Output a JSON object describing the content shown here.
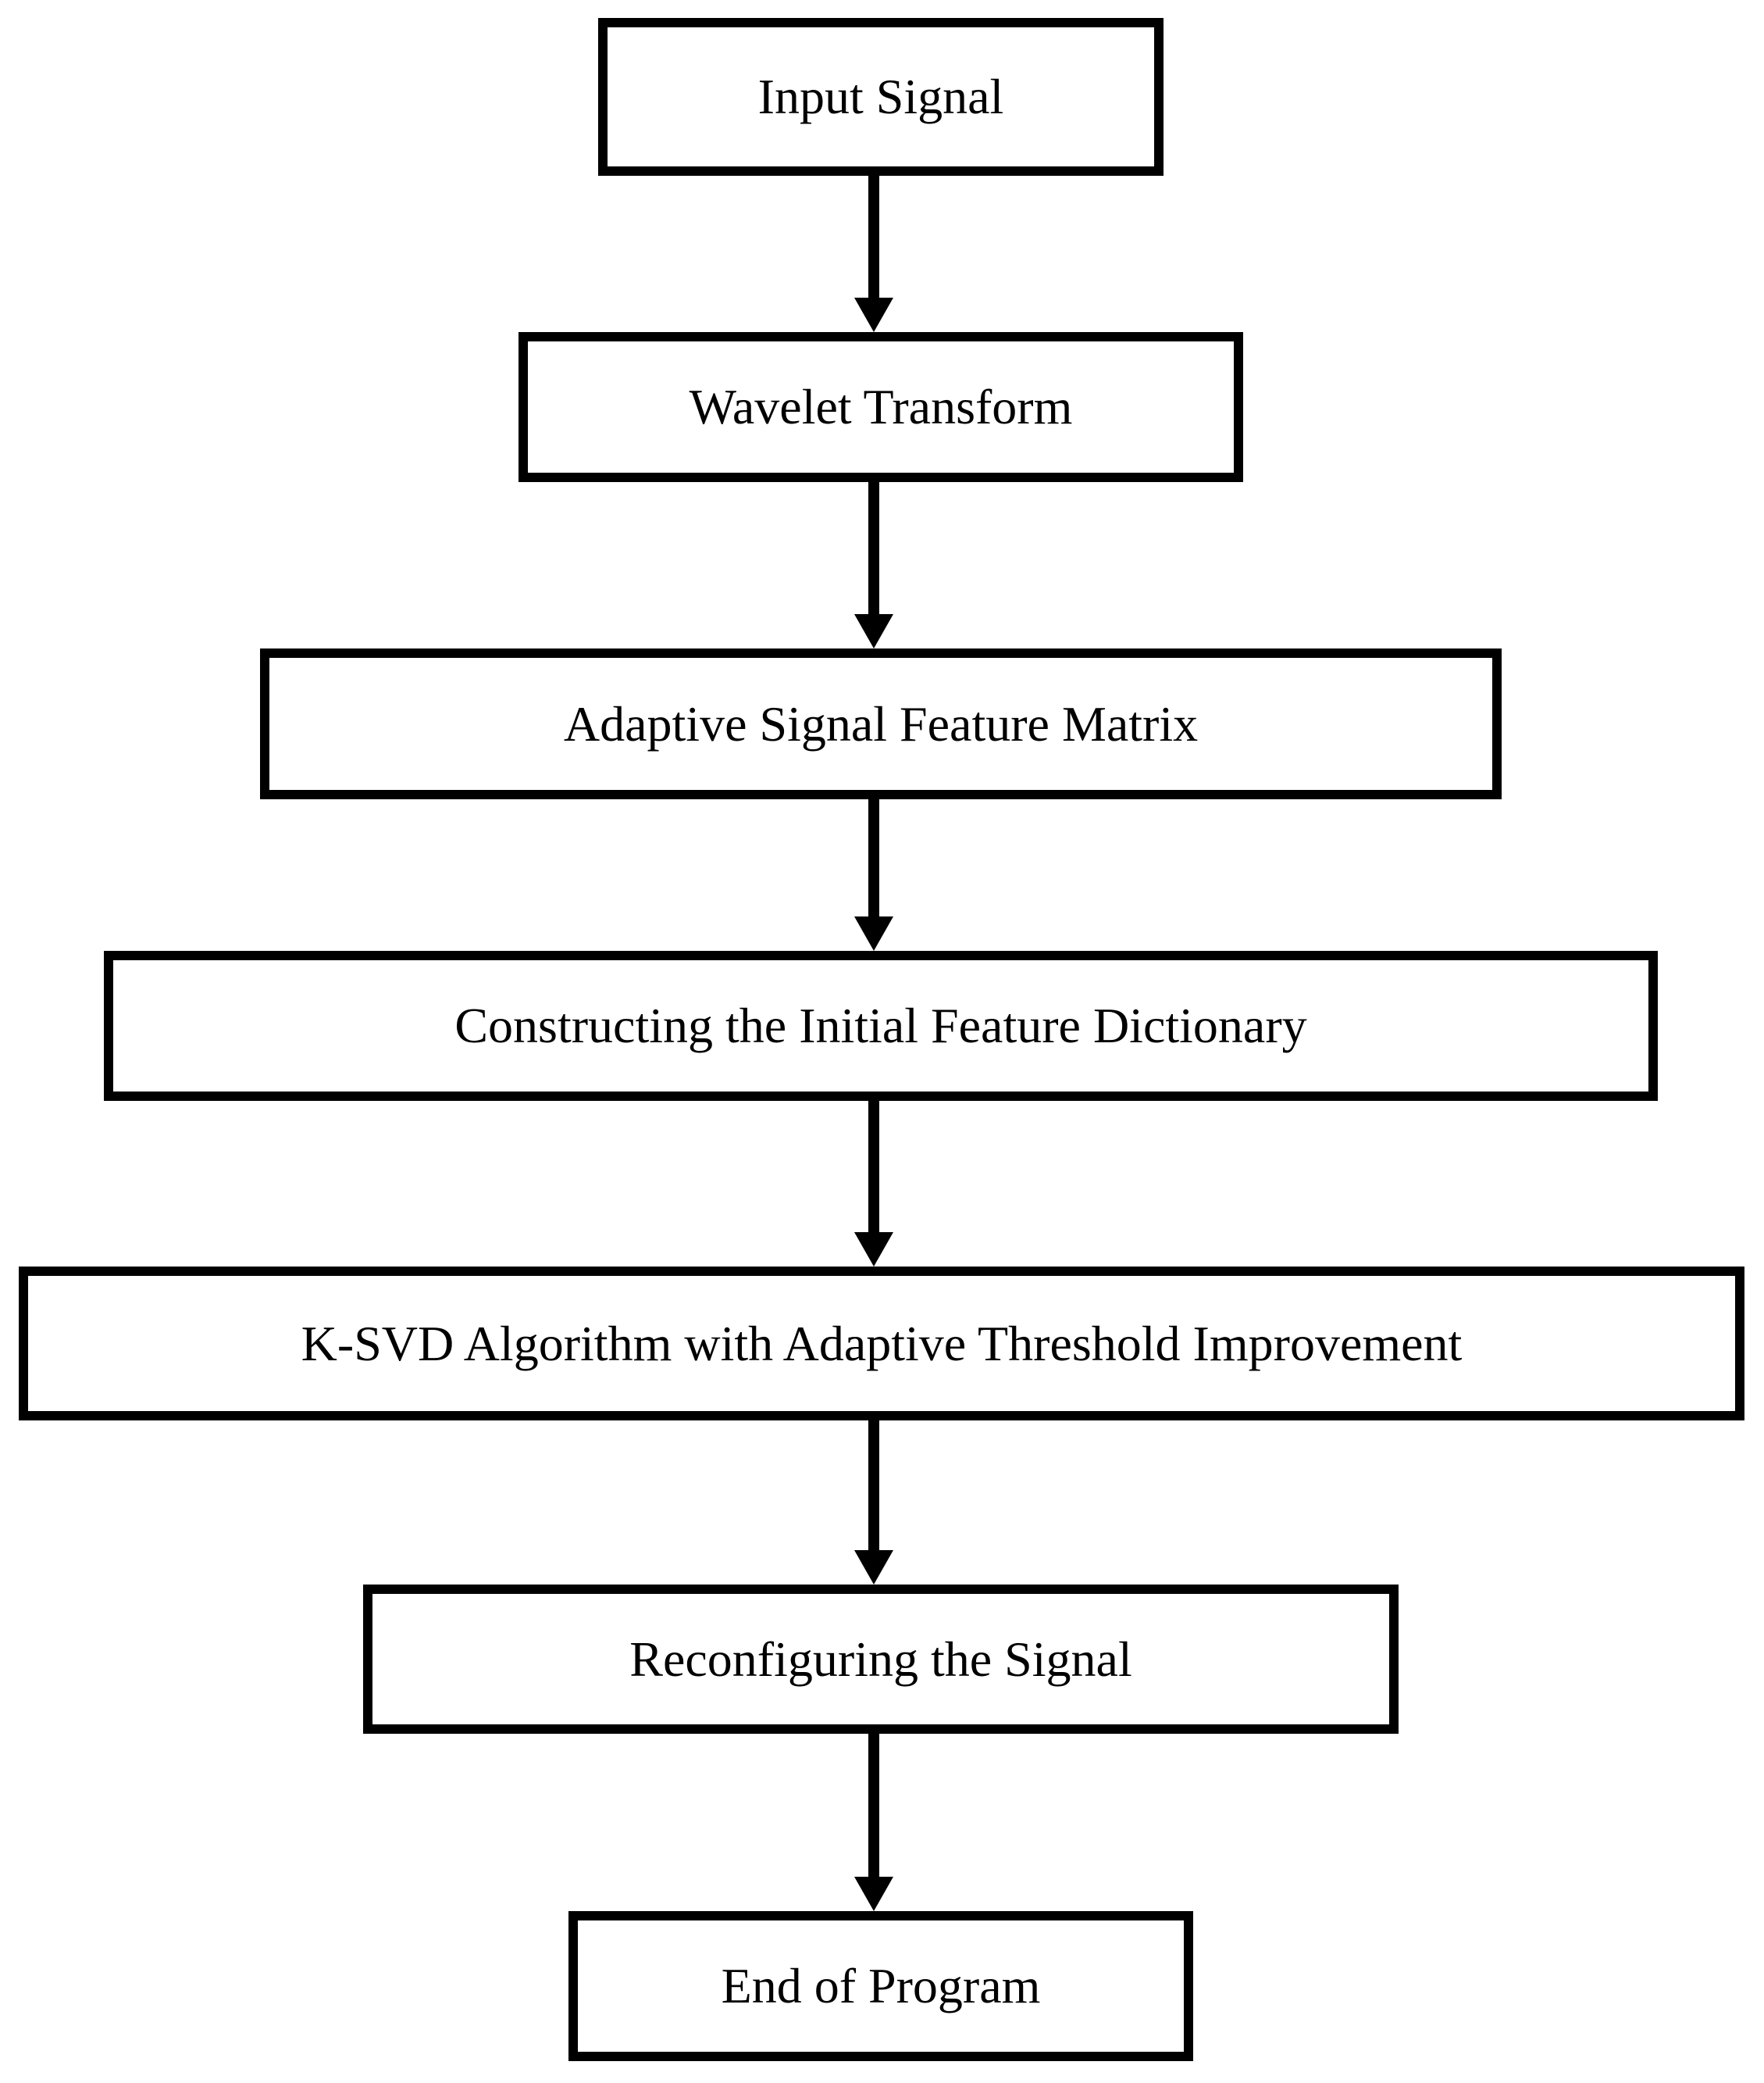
{
  "figure": {
    "type": "flowchart",
    "orientation": "top-down",
    "background_color": "#ffffff",
    "box_fill_color": "#ffffff",
    "box_border_color": "#000000",
    "text_color": "#000000",
    "arrow_color": "#000000"
  },
  "flow": {
    "steps": [
      {
        "id": 1,
        "label": "Input Signal"
      },
      {
        "id": 2,
        "label": "Wavelet Transform"
      },
      {
        "id": 3,
        "label": "Adaptive Signal Feature Matrix"
      },
      {
        "id": 4,
        "label": "Constructing the Initial Feature Dictionary"
      },
      {
        "id": 5,
        "label": "K-SVD Algorithm with Adaptive Threshold Improvement"
      },
      {
        "id": 6,
        "label": "Reconfiguring the Signal"
      },
      {
        "id": 7,
        "label": "End of Program"
      }
    ],
    "connections": [
      {
        "from": 1,
        "to": 2,
        "style": "arrow-down"
      },
      {
        "from": 2,
        "to": 3,
        "style": "arrow-down"
      },
      {
        "from": 3,
        "to": 4,
        "style": "arrow-down"
      },
      {
        "from": 4,
        "to": 5,
        "style": "arrow-down"
      },
      {
        "from": 5,
        "to": 6,
        "style": "arrow-down"
      },
      {
        "from": 6,
        "to": 7,
        "style": "arrow-down"
      }
    ]
  }
}
